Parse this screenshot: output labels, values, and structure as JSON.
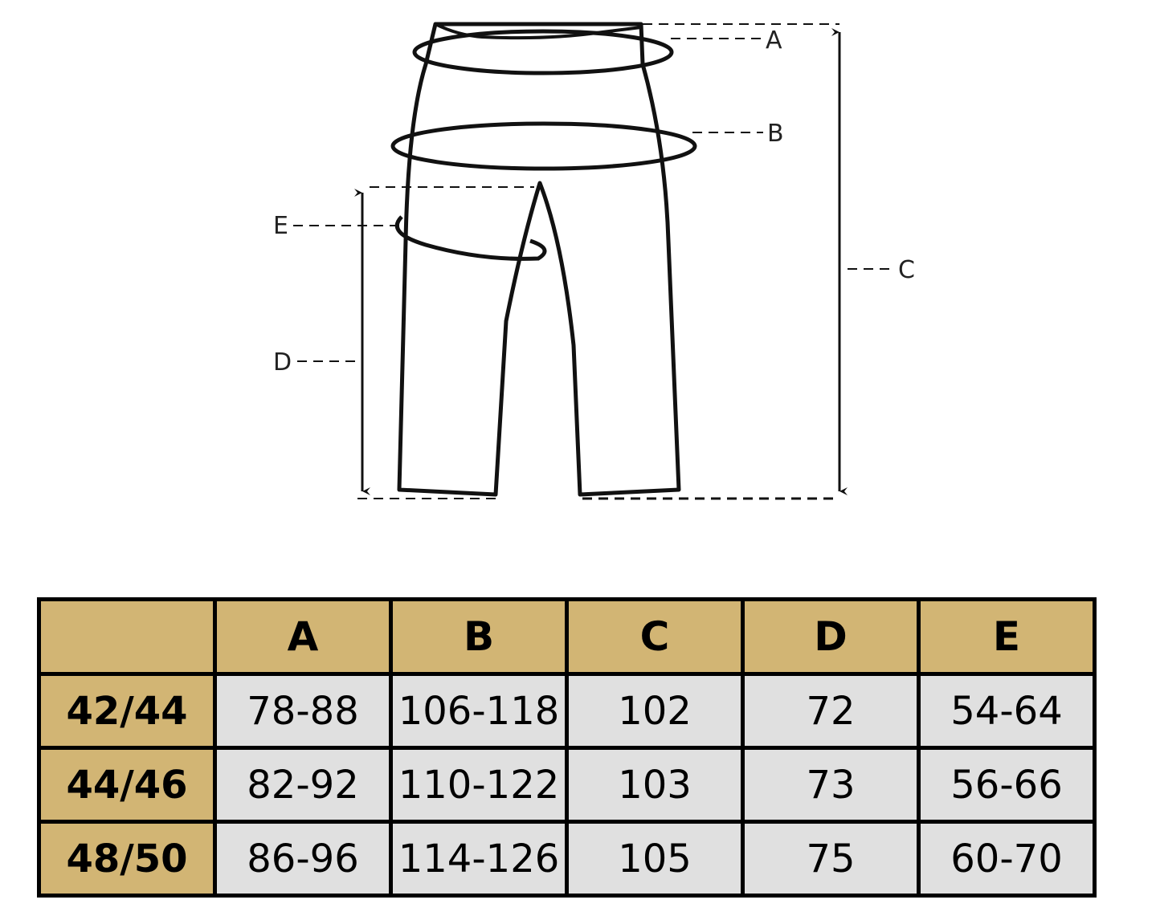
{
  "diagram": {
    "labels": {
      "a": "A",
      "b": "B",
      "c": "C",
      "d": "D",
      "e": "E"
    }
  },
  "table": {
    "headers": [
      "",
      "A",
      "B",
      "C",
      "D",
      "E"
    ],
    "rows": [
      {
        "size": "42/44",
        "values": [
          "78-88",
          "106-118",
          "102",
          "72",
          "54-64"
        ]
      },
      {
        "size": "44/46",
        "values": [
          "82-92",
          "110-122",
          "103",
          "73",
          "56-66"
        ]
      },
      {
        "size": "48/50",
        "values": [
          "86-96",
          "114-126",
          "105",
          "75",
          "60-70"
        ]
      }
    ],
    "colors": {
      "header": "#d2b574",
      "cell": "#e0e0e0"
    }
  }
}
